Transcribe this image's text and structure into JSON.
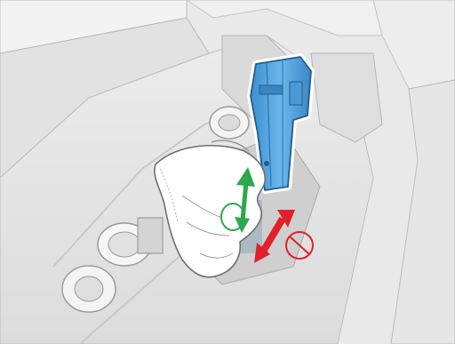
{
  "illustration": {
    "subject": "gloved-hand-installing-blue-printhead-cleaner-cartridge",
    "allowed_motion": {
      "direction": "vertical",
      "status": "ok",
      "icon": "check-circle-icon",
      "color": "#2ea84a"
    },
    "forbidden_motion": {
      "direction": "diagonal",
      "status": "not-allowed",
      "icon": "prohibited-icon",
      "color": "#e0202a"
    },
    "colors": {
      "cartridge": "#5aa9e6",
      "cartridge_outline": "#1f5f8b",
      "glove": "#ffffff",
      "printer_body": "#e4e4e4",
      "printer_shadow": "#c8c8c8"
    }
  }
}
